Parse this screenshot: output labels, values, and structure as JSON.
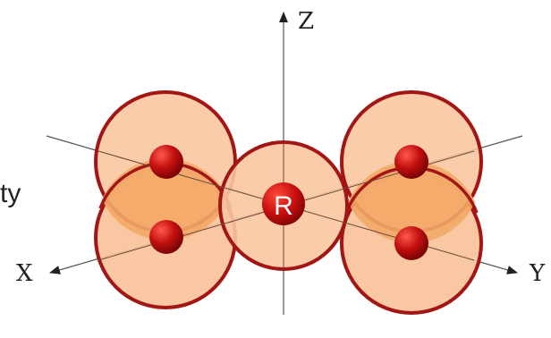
{
  "diagram": {
    "axes": {
      "z": "Z",
      "x": "X",
      "y": "Y"
    },
    "center_label": "R",
    "partial_side_text": "ty",
    "colors": {
      "orb_fill": "#f9c39a",
      "orb_overlap": "#f3a867",
      "orb_stroke": "#a31616",
      "nucleus": "#c30f0f",
      "center_orb_fill": "#f9c7a1",
      "axis": "#555555"
    }
  }
}
